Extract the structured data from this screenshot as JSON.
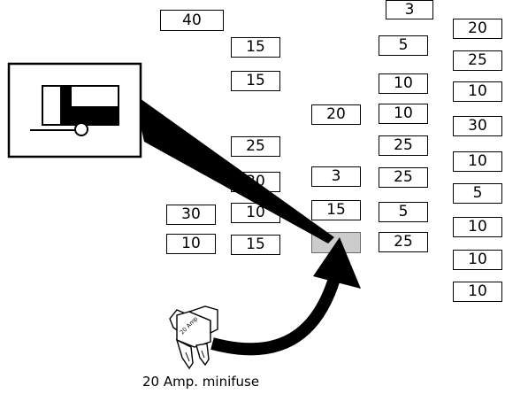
{
  "fuses": [
    "3",
    "40",
    "20",
    "15",
    "5",
    "25",
    "15",
    "10",
    "10",
    "20",
    "10",
    "30",
    "25",
    "25",
    "10",
    "3",
    "25",
    "30",
    "5",
    "15",
    "5",
    "30",
    "10",
    "10",
    "10",
    "15",
    "25",
    "10",
    "10"
  ],
  "empty_slot": "",
  "fuse_label": "20 Amp",
  "caption": "20 Amp. minifuse"
}
